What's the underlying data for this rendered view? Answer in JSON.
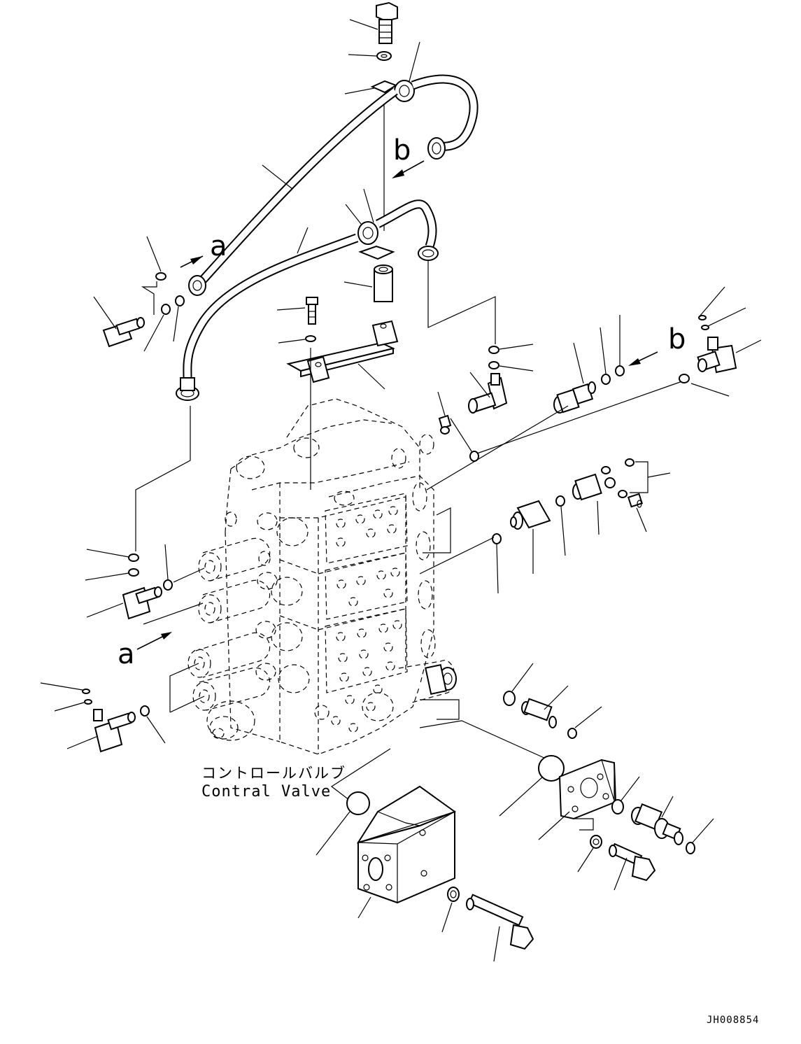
{
  "drawing": {
    "label_jp": "コントロールバルブ",
    "label_en": "Contral Valve",
    "drawing_code": "JH008854",
    "view_letters": {
      "a_upper": "a",
      "a_lower": "a",
      "b_upper": "b",
      "b_right": "b"
    }
  }
}
